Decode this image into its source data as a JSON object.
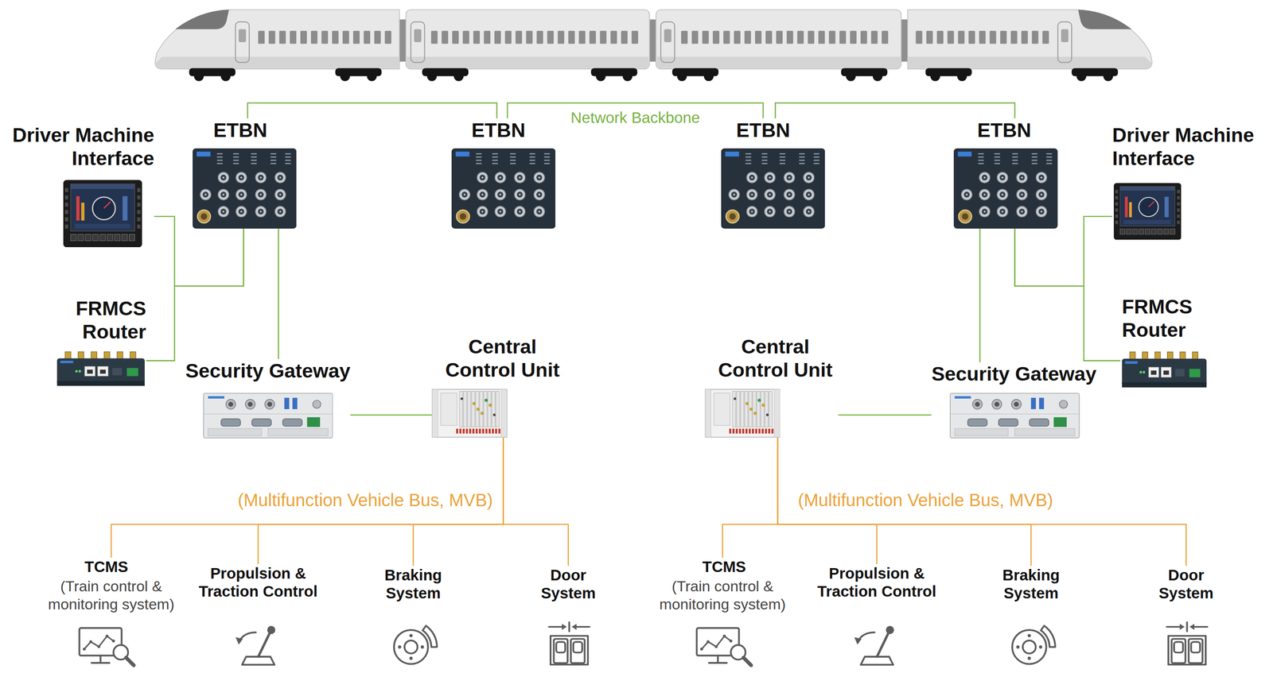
{
  "diagram": {
    "nodes": [
      {
        "text": [
          "Driver Machine Interface"
        ]
      },
      {
        "text": [
          "ETBN"
        ]
      },
      {
        "text": [
          "ETBN"
        ]
      },
      {
        "text": [
          "ETBN"
        ]
      },
      {
        "text": [
          "ETBN"
        ]
      },
      {
        "text": [
          "Driver Machine Interface"
        ]
      },
      {
        "text": [
          "FRMCS Router"
        ]
      },
      {
        "text": [
          "Security Gateway"
        ]
      },
      {
        "text": [
          "Central Control Unit"
        ]
      },
      {
        "text": [
          "Central Control Unit"
        ]
      },
      {
        "text": [
          "Security Gateway"
        ]
      },
      {
        "text": [
          "FRMCS Router"
        ]
      },
      {
        "text": [
          "TCMS",
          "(Train control & monitoring system)"
        ]
      },
      {
        "text": [
          "Propulsion & Traction Control"
        ]
      },
      {
        "text": [
          "Braking System"
        ]
      },
      {
        "text": [
          "Door System"
        ]
      },
      {
        "text": [
          "TCMS",
          "(Train control & monitoring system)"
        ]
      },
      {
        "text": [
          "Propulsion & Traction Control"
        ]
      },
      {
        "text": [
          "Braking System"
        ]
      },
      {
        "text": [
          "Door System"
        ]
      }
    ],
    "edges": [
      {
        "from": 1,
        "to": 2,
        "arrow": "none"
      },
      {
        "from": 2,
        "to": 3,
        "label": "Network Backbone",
        "arrow": "none"
      },
      {
        "from": 3,
        "to": 4,
        "arrow": "none"
      },
      {
        "from": 0,
        "to": 1,
        "arrow": "none"
      },
      {
        "from": 6,
        "to": 1,
        "arrow": "none"
      },
      {
        "from": 7,
        "to": 1,
        "arrow": "none"
      },
      {
        "from": 7,
        "to": 8,
        "arrow": "none"
      },
      {
        "from": 4,
        "to": 10,
        "arrow": "none"
      },
      {
        "from": 5,
        "to": 4,
        "arrow": "none"
      },
      {
        "from": 11,
        "to": 4,
        "arrow": "none"
      },
      {
        "from": 9,
        "to": 10,
        "arrow": "none"
      },
      {
        "from": 8,
        "to": 12,
        "arrow": "none"
      },
      {
        "from": 8,
        "to": 13,
        "arrow": "none"
      },
      {
        "from": 8,
        "to": 14,
        "arrow": "none"
      },
      {
        "from": 8,
        "to": 15,
        "arrow": "none"
      },
      {
        "from": 9,
        "to": 16,
        "arrow": "none"
      },
      {
        "from": 9,
        "to": 17,
        "arrow": "none"
      },
      {
        "from": 9,
        "to": 18,
        "arrow": "none"
      },
      {
        "from": 9,
        "to": 19,
        "arrow": "none"
      }
    ],
    "labels": [
      "(Multifunction Vehicle Bus, MVB)",
      "(Multifunction Vehicle Bus, MVB)"
    ]
  }
}
